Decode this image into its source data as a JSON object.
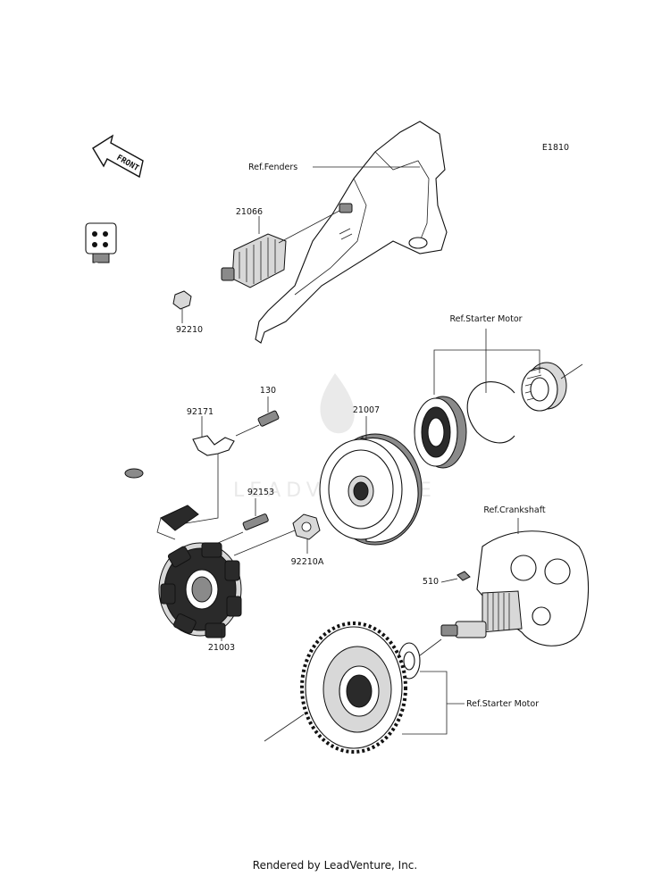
{
  "diagram_code": "E1810",
  "front_label": "FRONT",
  "watermark": "LEADVENTURE",
  "footer": "Rendered by LeadVenture, Inc.",
  "callouts": {
    "ref_fenders": "Ref.Fenders",
    "p21066": "21066",
    "p92210": "92210",
    "ref_starter_motor_top": "Ref.Starter Motor",
    "p130": "130",
    "p92171": "92171",
    "p21007": "21007",
    "p92153": "92153",
    "ref_crankshaft": "Ref.Crankshaft",
    "p92210a": "92210A",
    "p510": "510",
    "p21003": "21003",
    "ref_starter_motor_bottom": "Ref.Starter Motor"
  }
}
